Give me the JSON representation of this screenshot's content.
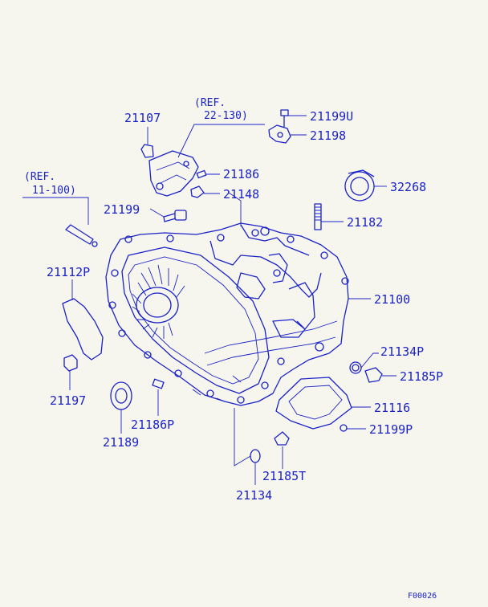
{
  "labels": {
    "p21107": "21107",
    "p21199u": "21199U",
    "p21198": "21198",
    "p21186": "21186",
    "p21148": "21148",
    "p21199": "21199",
    "p32268": "32268",
    "p21182": "21182",
    "p21112p": "21112P",
    "p21100": "21100",
    "p21134p": "21134P",
    "p21185p": "21185P",
    "p21116": "21116",
    "p21199p": "21199P",
    "p21197": "21197",
    "p21186p": "21186P",
    "p21189": "21189",
    "p21185t": "21185T",
    "p21134": "21134"
  },
  "references": {
    "ref_top_line1": "(REF.",
    "ref_top_line2": "22-130)",
    "ref_left_line1": "(REF.",
    "ref_left_line2": "11-100)"
  },
  "figure_code": "F00026",
  "colors": {
    "ink": "#1a22c8",
    "paper": "#f6f6ee"
  }
}
